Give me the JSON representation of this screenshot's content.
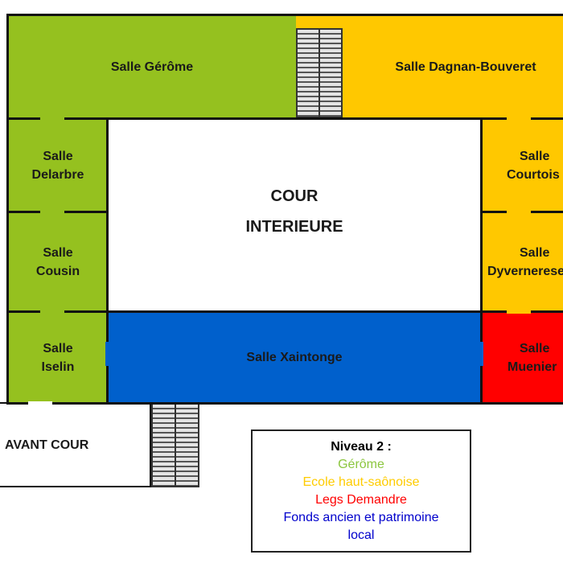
{
  "rooms": {
    "gerome": "Salle Gérôme",
    "dagnan": "Salle Dagnan-Bouveret",
    "delarbre": [
      "Salle",
      "Delarbre"
    ],
    "courtois": [
      "Salle",
      "Courtois"
    ],
    "cousin": [
      "Salle",
      "Cousin"
    ],
    "dyverneresse": [
      "Salle",
      "Dyvernerese"
    ],
    "iselin": [
      "Salle",
      "Iselin"
    ],
    "xaintonge": "Salle Xaintonge",
    "muenier": [
      "Salle",
      "Muenier"
    ],
    "cour": [
      "COUR",
      "INTERIEURE"
    ],
    "avant_cour": "AVANT COUR"
  },
  "legend": {
    "title": "Niveau 2 :",
    "items": [
      {
        "label": "Gérôme",
        "color": "#8cc63f"
      },
      {
        "label": "Ecole haut-saônoise",
        "color": "#ffcc00"
      },
      {
        "label": "Legs Demandre",
        "color": "#ff0000"
      },
      {
        "label": "Fonds ancien et patrimoine local",
        "color": "#0000cc"
      }
    ]
  },
  "colors": {
    "green": "#95c11f",
    "yellow": "#ffc800",
    "red": "#ff0000",
    "blue": "#0060cc",
    "cour": "#ffffff"
  }
}
